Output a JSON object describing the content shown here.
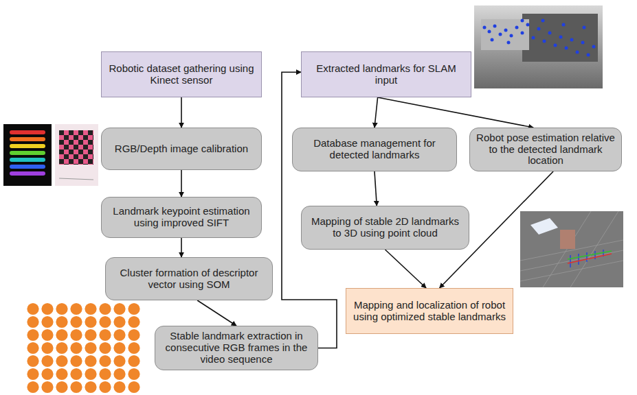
{
  "diagram": {
    "nodes": [
      {
        "text": [
          "Robotic dataset gathering using Kinect sensor"
        ]
      },
      {
        "text": [
          "RGB/Depth image calibration"
        ]
      },
      {
        "text": [
          "Landmark keypoint estimation using improved SIFT"
        ]
      },
      {
        "text": [
          "Cluster formation of descriptor vector using SOM"
        ]
      },
      {
        "text": [
          "Stable landmark extraction in consecutive RGB frames in the video sequence"
        ]
      },
      {
        "text": [
          "Extracted landmarks for SLAM input"
        ]
      },
      {
        "text": [
          "Database management for detected landmarks"
        ]
      },
      {
        "text": [
          "Robot pose estimation relative to the detected landmark location"
        ]
      },
      {
        "text": [
          "Mapping of stable 2D landmarks to 3D using point cloud"
        ]
      },
      {
        "text": [
          "Mapping and localization of robot using optimized stable landmarks"
        ]
      }
    ],
    "edges": [
      {
        "from": 0,
        "to": 1,
        "arrow": "to"
      },
      {
        "from": 1,
        "to": 2,
        "arrow": "to"
      },
      {
        "from": 2,
        "to": 3,
        "arrow": "to"
      },
      {
        "from": 3,
        "to": 4,
        "arrow": "to"
      },
      {
        "from": 4,
        "to": 5,
        "arrow": "to"
      },
      {
        "from": 5,
        "to": 6,
        "arrow": "to"
      },
      {
        "from": 5,
        "to": 7,
        "arrow": "to"
      },
      {
        "from": 6,
        "to": 8,
        "arrow": "to"
      },
      {
        "from": 8,
        "to": 9,
        "arrow": "to"
      },
      {
        "from": 7,
        "to": 9,
        "arrow": "to"
      }
    ]
  }
}
